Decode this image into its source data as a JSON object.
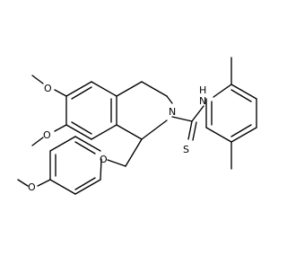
{
  "structure": {
    "labels": {
      "o_methoxy_top": "O",
      "o_methoxy_left": "O",
      "o_ether": "O",
      "o_methoxy_phenyl": "O",
      "n_ring": "N",
      "n_amide": "N",
      "h_amide": "H",
      "s_thio": "S"
    }
  }
}
